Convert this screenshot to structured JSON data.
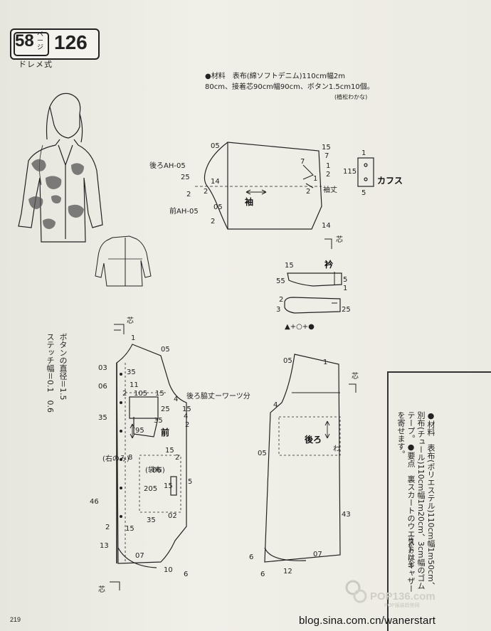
{
  "header": {
    "page_left": "58",
    "page_kana": "ページ",
    "page_right": "126",
    "style_name": "ドレメ式"
  },
  "materials": {
    "line1": "●材料　表布(綿ソフトデニム)110cm幅2m",
    "line2": "80cm、接着芯90cm幅90cm、ボタン1.5cm10個。",
    "designer": "(植松わかな)"
  },
  "notes": {
    "button_note_1": "ボタンの直径＝1.5",
    "button_note_2": "ステッチ幅＝0.1　0.6"
  },
  "side_box": {
    "text": "●材料　表布(ポリエステル)110cm幅1m50cm、別布(チュール)110cm幅1m20cm、3cm幅のゴムテープ。●要点　裏スカートのウエストはギャザーを寄せます。",
    "designer": "(植松わかな)"
  },
  "labels": {
    "sleeve": "袖",
    "cuffs": "カフス",
    "collar": "衿",
    "front": "前",
    "back": "後ろ",
    "pocket": "(袋布)",
    "back_ah": "後ろAH-05",
    "front_ah": "前AH-05",
    "sleeve_slit": "袖丈",
    "back_dart": "後ろ脇丈ーワーツ分",
    "right_front": "(右のみ)",
    "fold": "わ",
    "core1": "芯",
    "core2": "芯",
    "core3": "芯",
    "core4": "芯",
    "symbols": "▲+○+●"
  },
  "measurements": {
    "s_05a": "05",
    "s_15": "15",
    "s_7": "7",
    "s_1a": "1",
    "s_2a": "2",
    "s_25": "25",
    "s_14a": "14",
    "s_2b": "2",
    "s_2c": "2",
    "s_05b": "05",
    "s_2d": "2",
    "s_14b": "14",
    "s_7b": "7",
    "s_2e": "2",
    "s_1b": "1",
    "c_1": "1",
    "c_115": "115",
    "c_5": "5",
    "k_15": "15",
    "k_55": "55",
    "k_5": "5",
    "k_1": "1",
    "k_2": "2",
    "k_3": "3",
    "k_25": "25",
    "f_1": "1",
    "f_05a": "05",
    "f_03": "03",
    "f_35": "35",
    "f_06": "06",
    "f_11": "11",
    "f_105": "105",
    "f_2": "2",
    "f_15a": "15",
    "f_4a": "4",
    "f_35b": "35",
    "f_25": "25",
    "f_95": "95",
    "f_35c": "35",
    "f_15b": "15",
    "f_4b": "4",
    "f_2b": "2",
    "f_8": "8",
    "f_15c": "15",
    "f_2c": "2",
    "f_06b": "06",
    "f_15d": "15",
    "f_205": "205",
    "f_5": "5",
    "f_35d": "35",
    "f_02": "02",
    "f_46": "46",
    "f_2d": "2",
    "f_15e": "15",
    "f_13": "13",
    "f_07": "07",
    "f_10": "10",
    "f_6": "6",
    "b_05a": "05",
    "b_1": "1",
    "b_4": "4",
    "b_05b": "05",
    "b_43": "43",
    "b_6a": "6",
    "b_07": "07",
    "b_6b": "6",
    "b_12": "12"
  },
  "footer": {
    "page_number": "219",
    "watermark": "blog.sina.com.cn/wanerstart",
    "logo_text": "POP136.com",
    "logo_sub": "POP服装趋势网"
  }
}
